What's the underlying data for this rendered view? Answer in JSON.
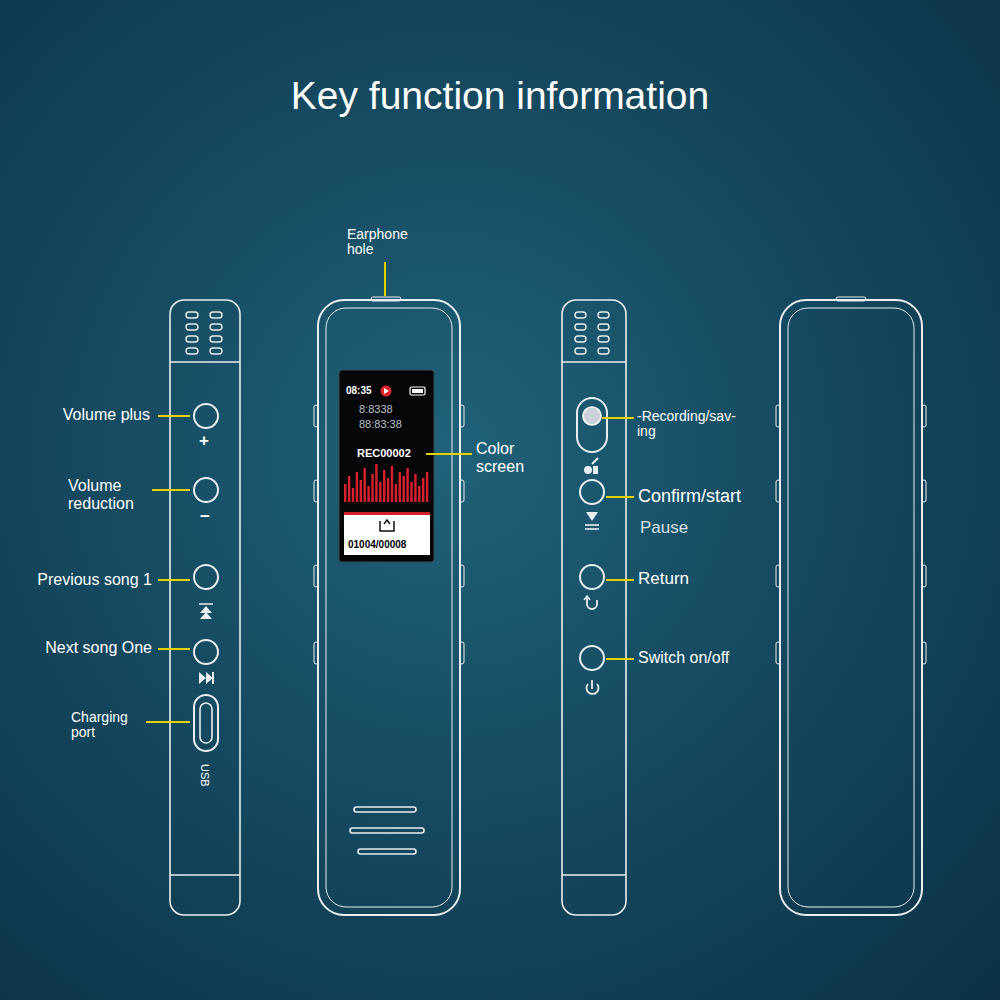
{
  "diagram": {
    "title": "Key function information",
    "labels": [
      "Earphone hole",
      "Volume plus",
      "Volume reduction",
      "Previous song 1",
      "Next song One",
      "Charging port",
      "USB",
      "+",
      "−",
      "08:35",
      "8:8338",
      "88:83:38",
      "REC00002",
      "01004/00008",
      "Color screen",
      "-Recording/sav- ing",
      "Confirm/start",
      "Pause",
      "Return",
      "Switch on/off"
    ]
  }
}
